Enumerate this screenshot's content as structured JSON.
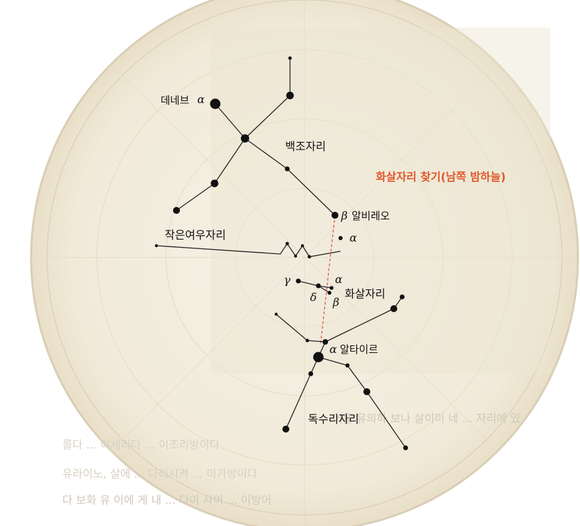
{
  "title": "화살자리 찾기(남쪽 밤하늘)",
  "colors": {
    "title": "#e0572b",
    "guide_line": "#e24a3b",
    "stars": "#111111",
    "map_bg": "#f4efe3"
  },
  "constellations": {
    "cygnus": "백조자리",
    "vulpecula": "작은여우자리",
    "sagitta": "화살자리",
    "aquila": "독수리자리"
  },
  "stars": {
    "deneb": {
      "name": "데네브",
      "greek": "α"
    },
    "albireo": {
      "name": "알비레오",
      "greek": "β"
    },
    "vulpecula_alpha": {
      "greek": "α"
    },
    "sagitta_gamma": {
      "greek": "γ"
    },
    "sagitta_alpha": {
      "greek": "α"
    },
    "sagitta_delta": {
      "greek": "δ"
    },
    "sagitta_beta": {
      "greek": "β"
    },
    "altair": {
      "name": "알타이르",
      "greek": "α"
    }
  },
  "background_text": [
    "· 어를 유의하 보나 살이미 네 ... 자리에 있",
    "를다 ... 이세리다 ... 이조리방이다",
    "유라이노, 살에 ... 다리시켜 ... 미가방이다",
    "다 보화 유 이에 게 내 ... 다이 사이 ... 이방어"
  ]
}
